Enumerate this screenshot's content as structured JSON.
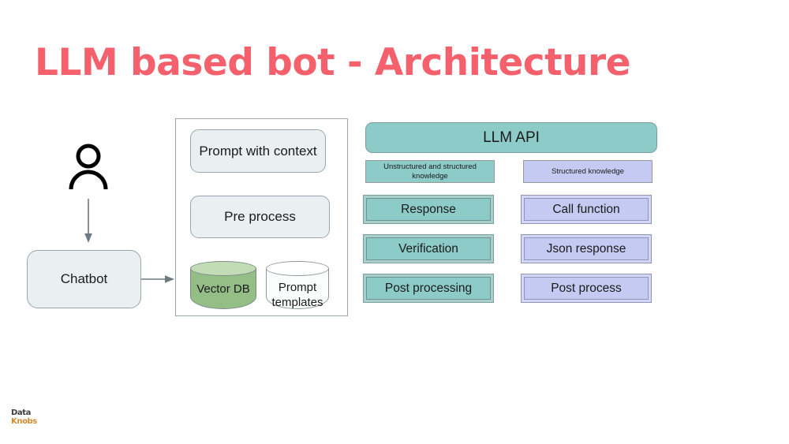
{
  "slide": {
    "title": "LLM based bot - Architecture"
  },
  "left": {
    "user_icon": "person-icon",
    "arrow_down_icon": "arrow-down-icon",
    "chatbot_label": "Chatbot",
    "arrow_right_icon": "arrow-right-icon"
  },
  "prompt_container": {
    "nodes": [
      {
        "label": "Prompt with context"
      },
      {
        "label": "Pre process"
      }
    ],
    "datastores": [
      {
        "label": "Vector DB",
        "color": "#93be86"
      },
      {
        "label": "Prompt templates",
        "color": "#ffffff"
      }
    ]
  },
  "llm": {
    "api_label": "LLM API",
    "columns": [
      {
        "knowledge_label": "Unstructured and structured knowledge",
        "color": "#8ccbc8",
        "steps": [
          "Response",
          "Verification",
          "Post processing"
        ]
      },
      {
        "knowledge_label": "Structured knowledge",
        "color": "#c5caf2",
        "steps": [
          "Call function",
          "Json response",
          "Post process"
        ]
      }
    ]
  },
  "branding": {
    "logo_line1": "Data",
    "logo_line2": "Knobs"
  },
  "colors": {
    "title": "#f4606c",
    "teal": "#8ccbc8",
    "purple": "#c5caf2",
    "green": "#93be86",
    "node_fill": "#eaeff2",
    "stroke": "#9aa6ad"
  }
}
